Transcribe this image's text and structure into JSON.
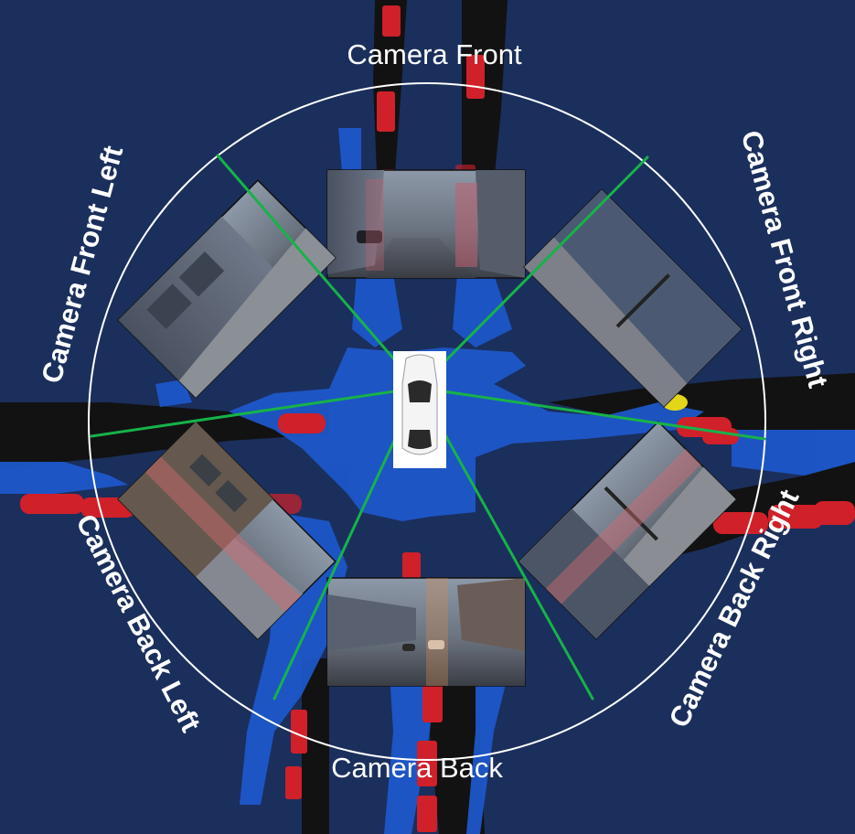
{
  "cameras": {
    "front": "Camera Front",
    "front_left": "Camera Front Left",
    "front_right": "Camera Front Right",
    "back": "Camera Back",
    "back_left": "Camera Back Left",
    "back_right": "Camera Back Right"
  },
  "colors": {
    "background": "#1b2f5c",
    "drivable_area": "#1d57c9",
    "road_black": "#121212",
    "lane_divider_red": "#d0202a",
    "pedestrian_yellow": "#e3d619",
    "ray_green": "#17b24a",
    "circle_white": "#ffffff"
  }
}
